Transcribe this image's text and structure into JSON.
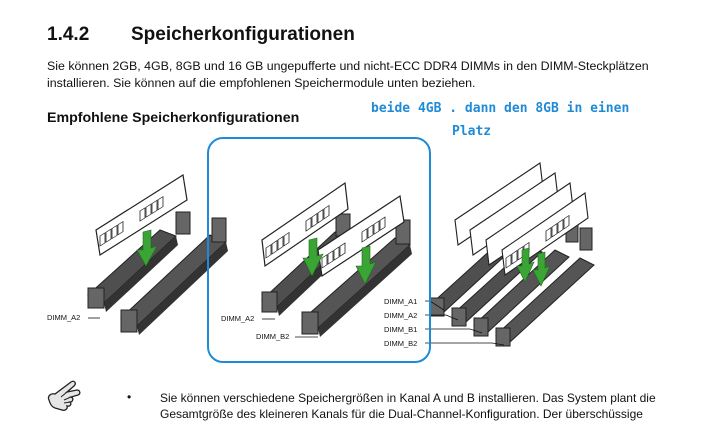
{
  "section": {
    "number": "1.4.2",
    "title": "Speicherkonfigurationen"
  },
  "intro_text": "Sie können 2GB, 4GB, 8GB und 16 GB ungepufferte und nicht-ECC DDR4 DIMMs in den DIMM-Steckplätzen installieren. Sie können auf die empfohlenen Speichermodule unten beziehen.",
  "subheading": "Empfohlene Speicherkonfigurationen",
  "handwritten_note": {
    "line1": "beide 4GB . dann den 8GB in einen",
    "line2": "Platz",
    "color": "#1f8bd6"
  },
  "diagram_labels": {
    "left": {
      "a2": "DIMM_A2"
    },
    "middle": {
      "a2": "DIMM_A2",
      "b2": "DIMM_B2"
    },
    "right": {
      "a1": "DIMM_A1",
      "a2": "DIMM_A2",
      "b1": "DIMM_B1",
      "b2": "DIMM_B2"
    }
  },
  "colors": {
    "arrow": "#3aa535",
    "slot": "#555555",
    "slot_dark": "#2b2b2b"
  },
  "icons": {
    "note": "pointing-hand-icon"
  },
  "note_bullet": {
    "symbol": "•",
    "text": "Sie können verschiedene Speichergrößen in Kanal A und B installieren. Das System plant die Gesamtgröße des kleineren Kanals für die Dual-Channel-Konfiguration. Der überschüssige"
  }
}
